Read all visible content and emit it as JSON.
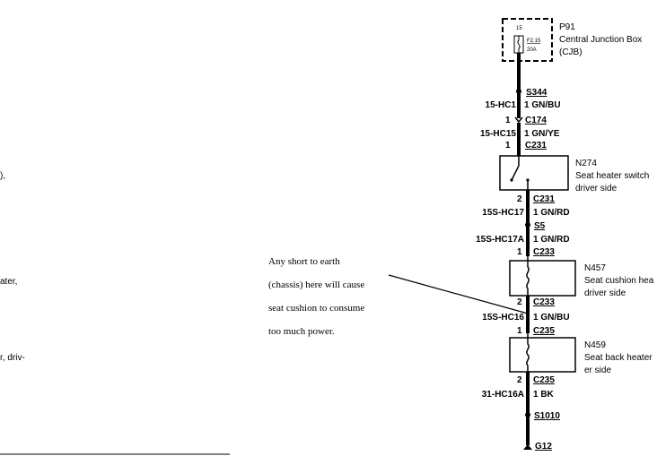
{
  "left_fragments": [
    "),",
    "ater,",
    "r, driv-"
  ],
  "fuse_box": {
    "ref": "P91",
    "name_line1": "Central Junction Box",
    "name_line2": "(CJB)",
    "fuse_pin": "15",
    "fuse_label": "F2.15",
    "fuse_rating": "20A"
  },
  "wires": [
    {
      "circuit": "15-HC1",
      "spec": "1 GN/BU"
    },
    {
      "circuit": "15-HC15",
      "spec": "1 GN/YE"
    },
    {
      "circuit": "15S-HC17",
      "spec": "1 GN/RD"
    },
    {
      "circuit": "15S-HC17A",
      "spec": "1 GN/RD"
    },
    {
      "circuit": "15S-HC16",
      "spec": "1 GN/BU"
    },
    {
      "circuit": "31-HC16A",
      "spec": "1 BK"
    }
  ],
  "splices": {
    "s344": "S344",
    "s5": "S5",
    "s1010": "S1010"
  },
  "connectors": {
    "c174": "C174",
    "c231": "C231",
    "c233": "C233",
    "c235": "C235"
  },
  "pins": {
    "one": "1",
    "two": "2"
  },
  "ground": "G12",
  "components": {
    "switch": {
      "ref": "N274",
      "line1": "Seat heater switch",
      "line2": "driver side"
    },
    "cushion": {
      "ref": "N457",
      "line1": "Seat cushion hea",
      "line2": "driver side"
    },
    "back": {
      "ref": "N459",
      "line1": "Seat back heater",
      "line2": "er side"
    }
  },
  "note_lines": [
    "Any short to earth",
    "(chassis) here will cause",
    "seat cushion to consume",
    "too much power."
  ]
}
